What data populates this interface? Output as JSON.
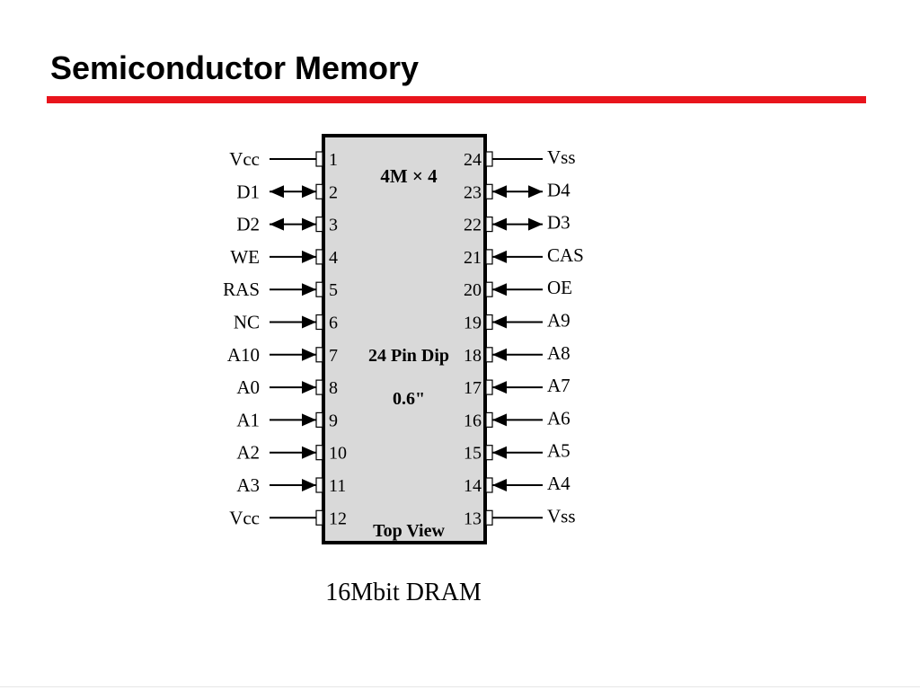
{
  "slide": {
    "title": "Semiconductor Memory",
    "rule_color": "#e8141c",
    "caption": "16Mbit DRAM"
  },
  "chip": {
    "organization": "4M × 4",
    "package": "24 Pin Dip",
    "width": "0.6\"",
    "view": "Top View",
    "body_color": "#d9d9d9",
    "left_pins": [
      {
        "num": "1",
        "label": "Vcc",
        "dir": "none"
      },
      {
        "num": "2",
        "label": "D1",
        "dir": "bi"
      },
      {
        "num": "3",
        "label": "D2",
        "dir": "bi"
      },
      {
        "num": "4",
        "label": "WE",
        "dir": "in"
      },
      {
        "num": "5",
        "label": "RAS",
        "dir": "in"
      },
      {
        "num": "6",
        "label": "NC",
        "dir": "in"
      },
      {
        "num": "7",
        "label": "A10",
        "dir": "in"
      },
      {
        "num": "8",
        "label": "A0",
        "dir": "in"
      },
      {
        "num": "9",
        "label": "A1",
        "dir": "in"
      },
      {
        "num": "10",
        "label": "A2",
        "dir": "in"
      },
      {
        "num": "11",
        "label": "A3",
        "dir": "in"
      },
      {
        "num": "12",
        "label": "Vcc",
        "dir": "none"
      }
    ],
    "right_pins": [
      {
        "num": "24",
        "label": "Vss",
        "dir": "none"
      },
      {
        "num": "23",
        "label": "D4",
        "dir": "bi"
      },
      {
        "num": "22",
        "label": "D3",
        "dir": "bi"
      },
      {
        "num": "21",
        "label": "CAS",
        "dir": "in"
      },
      {
        "num": "20",
        "label": "OE",
        "dir": "in"
      },
      {
        "num": "19",
        "label": "A9",
        "dir": "in"
      },
      {
        "num": "18",
        "label": "A8",
        "dir": "in"
      },
      {
        "num": "17",
        "label": "A7",
        "dir": "in"
      },
      {
        "num": "16",
        "label": "A6",
        "dir": "in"
      },
      {
        "num": "15",
        "label": "A5",
        "dir": "in"
      },
      {
        "num": "14",
        "label": "A4",
        "dir": "in"
      },
      {
        "num": "13",
        "label": "Vss",
        "dir": "none"
      }
    ]
  }
}
